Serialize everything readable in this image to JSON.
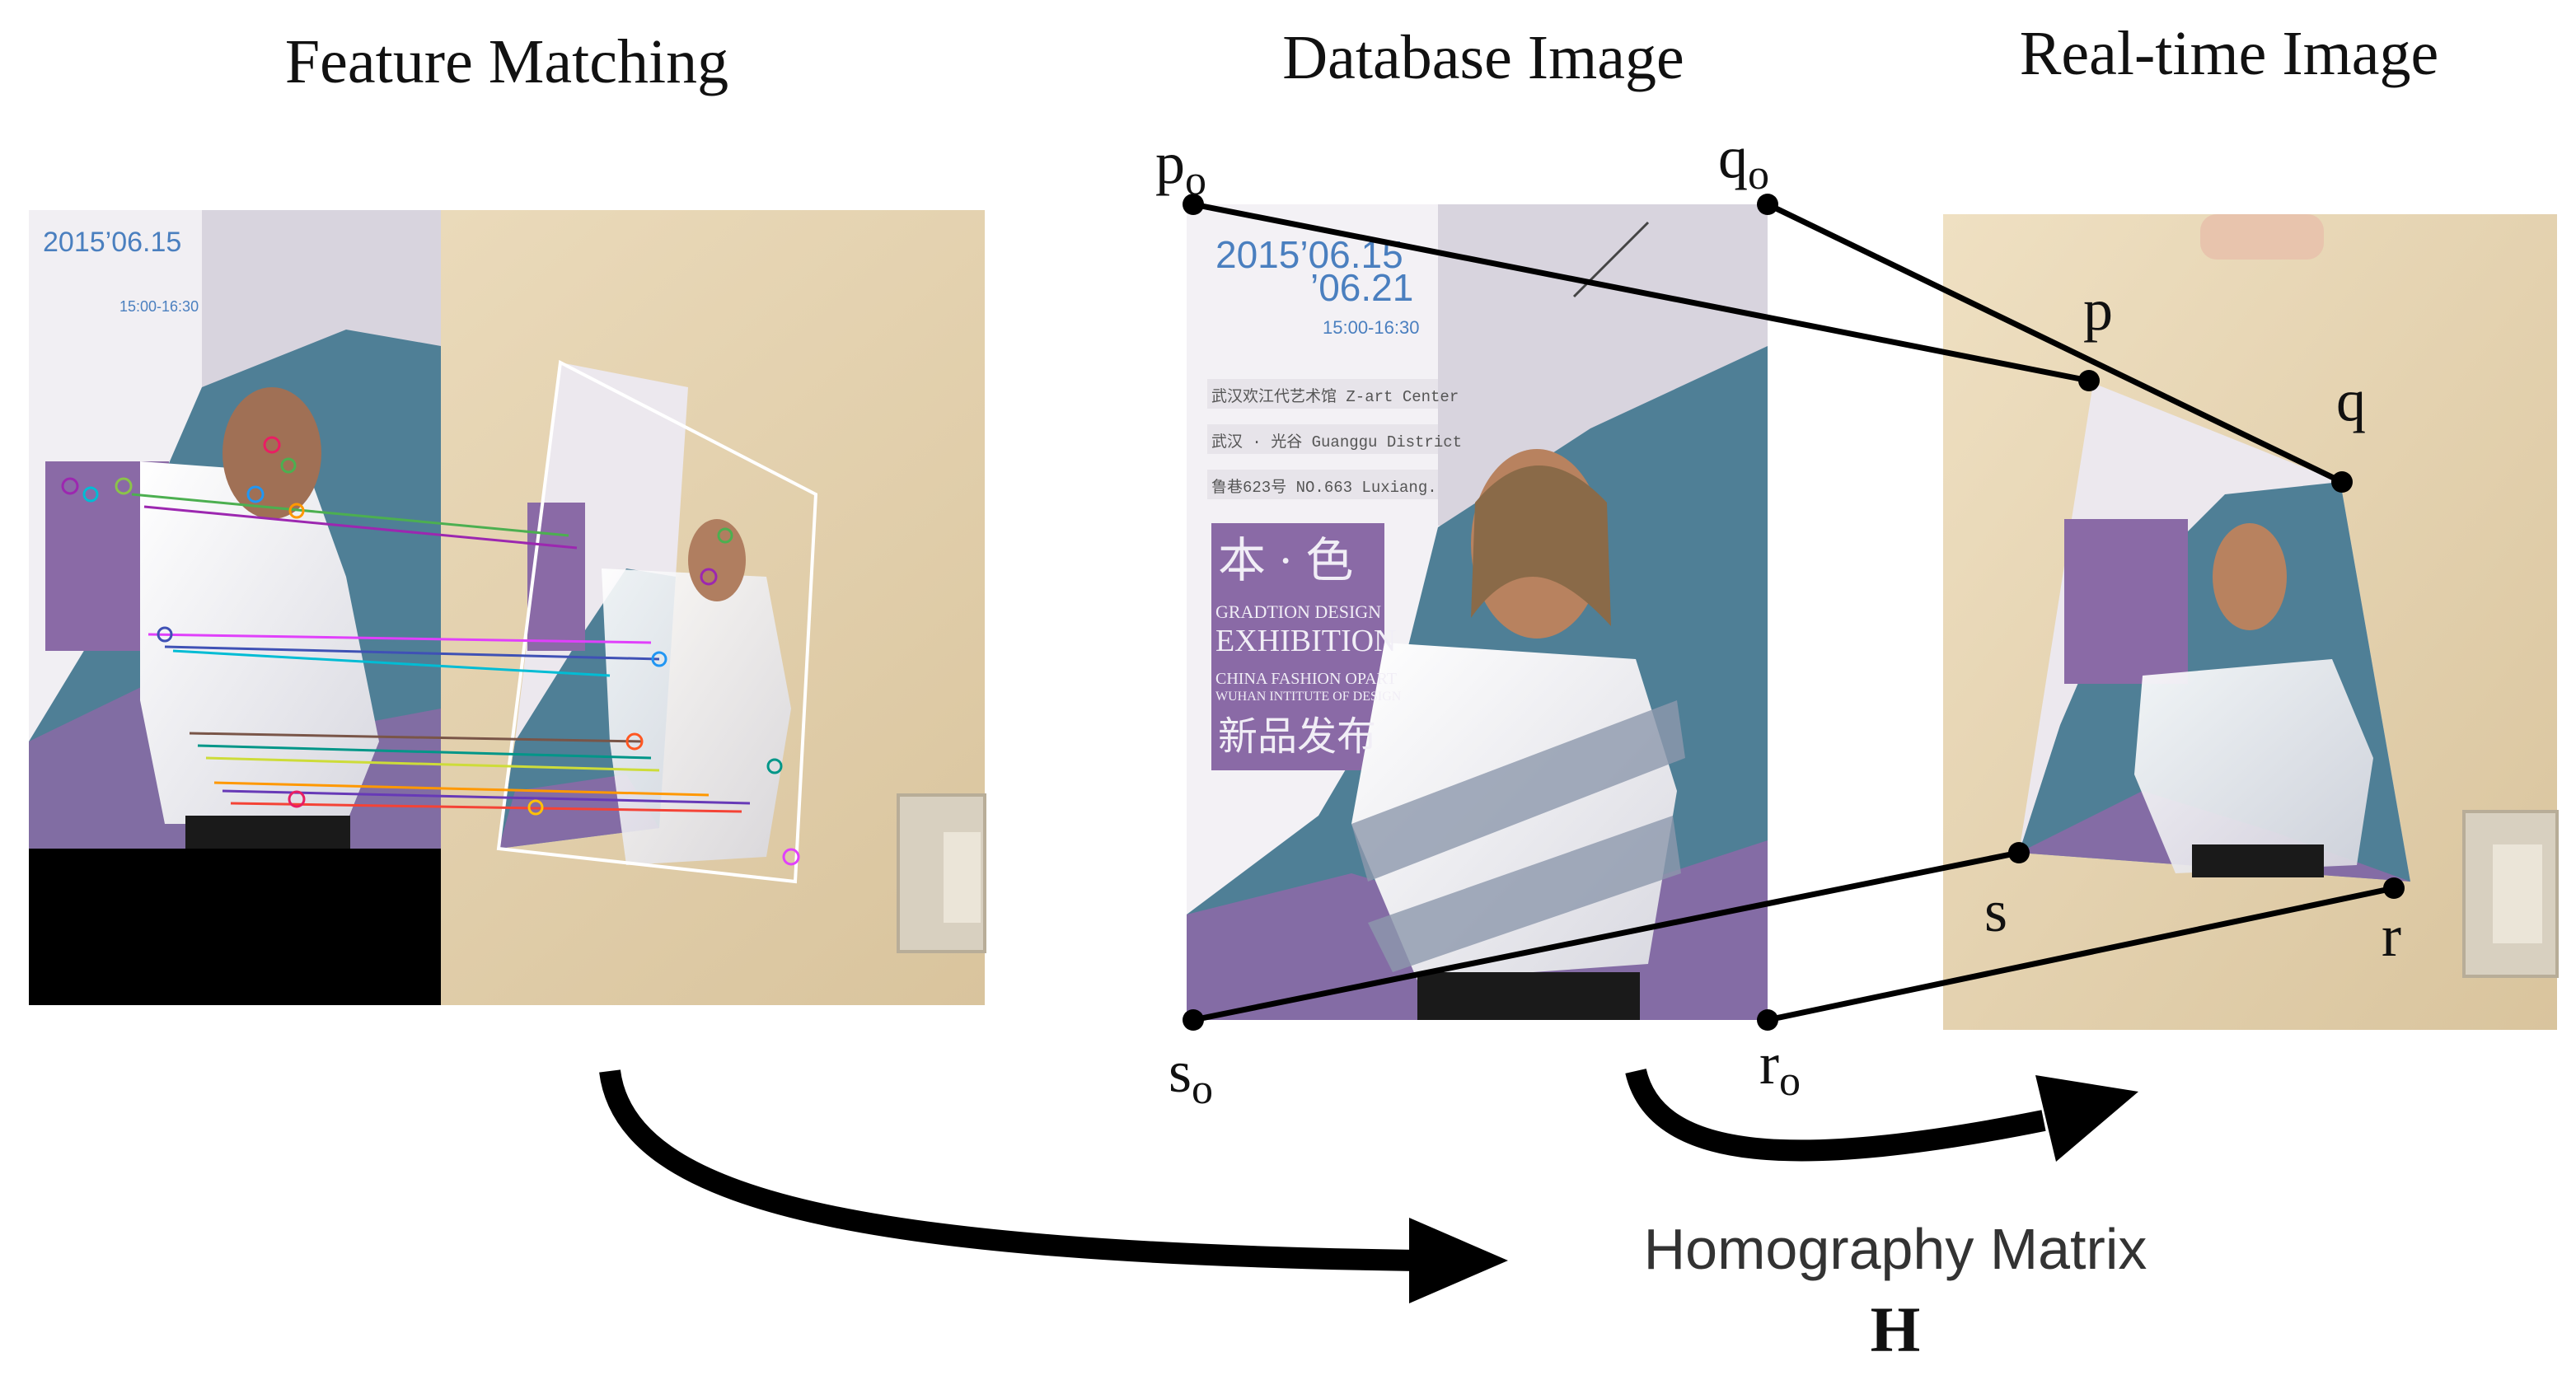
{
  "titles": {
    "feature_matching": "Feature Matching",
    "database_image": "Database Image",
    "realtime_image": "Real-time Image"
  },
  "points": {
    "po": {
      "base": "p",
      "sub": "o"
    },
    "qo": {
      "base": "q",
      "sub": "o"
    },
    "ro": {
      "base": "r",
      "sub": "o"
    },
    "so": {
      "base": "s",
      "sub": "o"
    },
    "p": "p",
    "q": "q",
    "r": "r",
    "s": "s"
  },
  "homography": {
    "label": "Homography Matrix",
    "symbol": "H"
  },
  "poster": {
    "date1": "2015’06.15",
    "date2": "’06.21",
    "time": "15:00-16:30",
    "row1": "武汉欢江代艺术馆  Z-art Center",
    "row2": "武汉 · 光谷    Guanggu District",
    "row3": "鲁巷623号    NO.663  Luxiang.",
    "title_cn": "本 · 色",
    "gradtion": "GRADTION DESIGN",
    "exhibition": "EXHIBITION",
    "china": "CHINA FASHION OPART",
    "wuhan": "WUHAN INTITUTE OF DESIGN",
    "release_cn": "新品发布"
  },
  "colors": {
    "wall": "#e9d9b8",
    "poster_teal": "#4f7f96",
    "poster_purple": "#8a6aa6",
    "poster_paper": "#ece8ee",
    "black": "#000000"
  }
}
